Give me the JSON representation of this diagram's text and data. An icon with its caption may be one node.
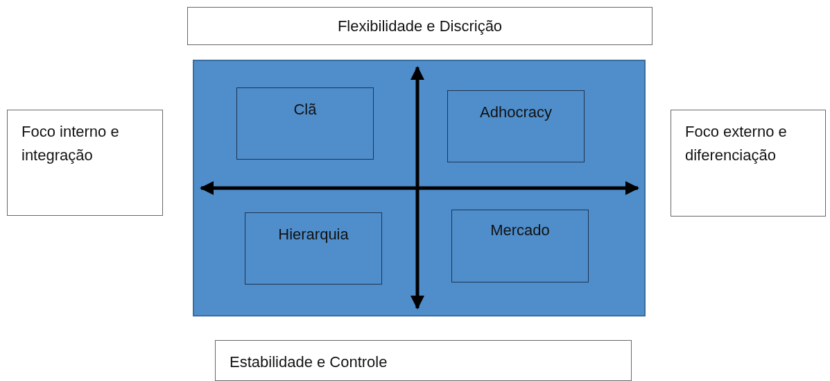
{
  "diagram": {
    "nodes": [
      {
        "text": [
          "Flexibilidade e Discrição"
        ]
      },
      {
        "text": [
          "Foco interno e integração"
        ]
      },
      {
        "text": [],
        "shape": "box"
      },
      {
        "text": [
          "Clã"
        ],
        "in": 2
      },
      {
        "text": [
          "Adhocracy"
        ],
        "in": 2
      },
      {
        "text": [
          "Hierarquia"
        ],
        "in": 2
      },
      {
        "text": [
          "Mercado"
        ],
        "in": 2
      },
      {
        "text": [
          "Foco externo e diferenciação"
        ]
      },
      {
        "text": [
          "Estabilidade e Controle"
        ]
      }
    ]
  }
}
